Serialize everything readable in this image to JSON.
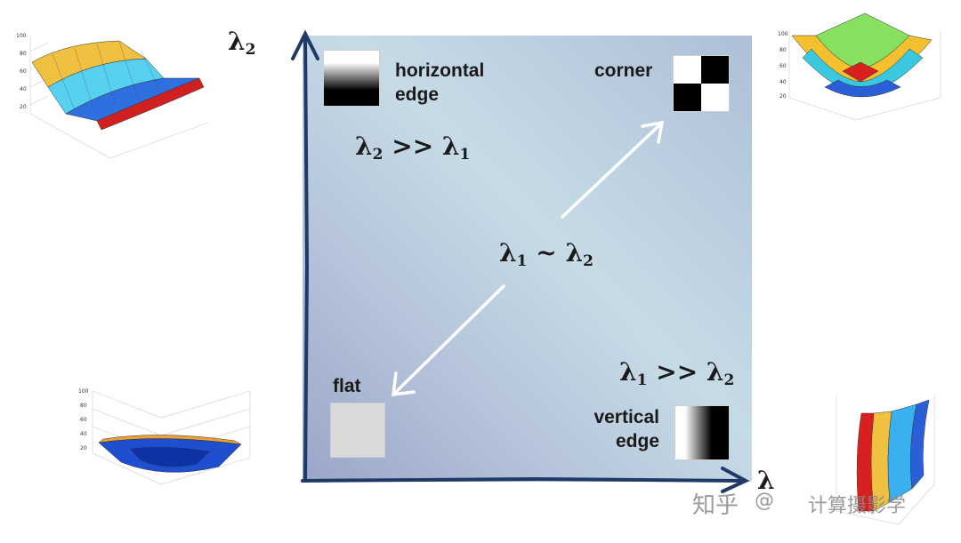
{
  "labels": {
    "horizontal_edge": "horizontal edge",
    "horizontal_edge_l1": "horizontal",
    "horizontal_edge_l2": "edge",
    "corner": "corner",
    "flat": "flat",
    "vertical_edge_l1": "vertical",
    "vertical_edge_l2": "edge"
  },
  "math": {
    "lambda": "λ",
    "sub1": "1",
    "sub2": "2",
    "gg": ">>",
    "tilde": "~"
  },
  "watermark": {
    "zhihu": "知乎",
    "at": "@",
    "account": "计算摄影学"
  },
  "colors": {
    "axis": "#1f3a66",
    "arrow": "#ffffff",
    "panel_light": "#c7dbe6",
    "panel_dark": "#9aa6c8"
  }
}
